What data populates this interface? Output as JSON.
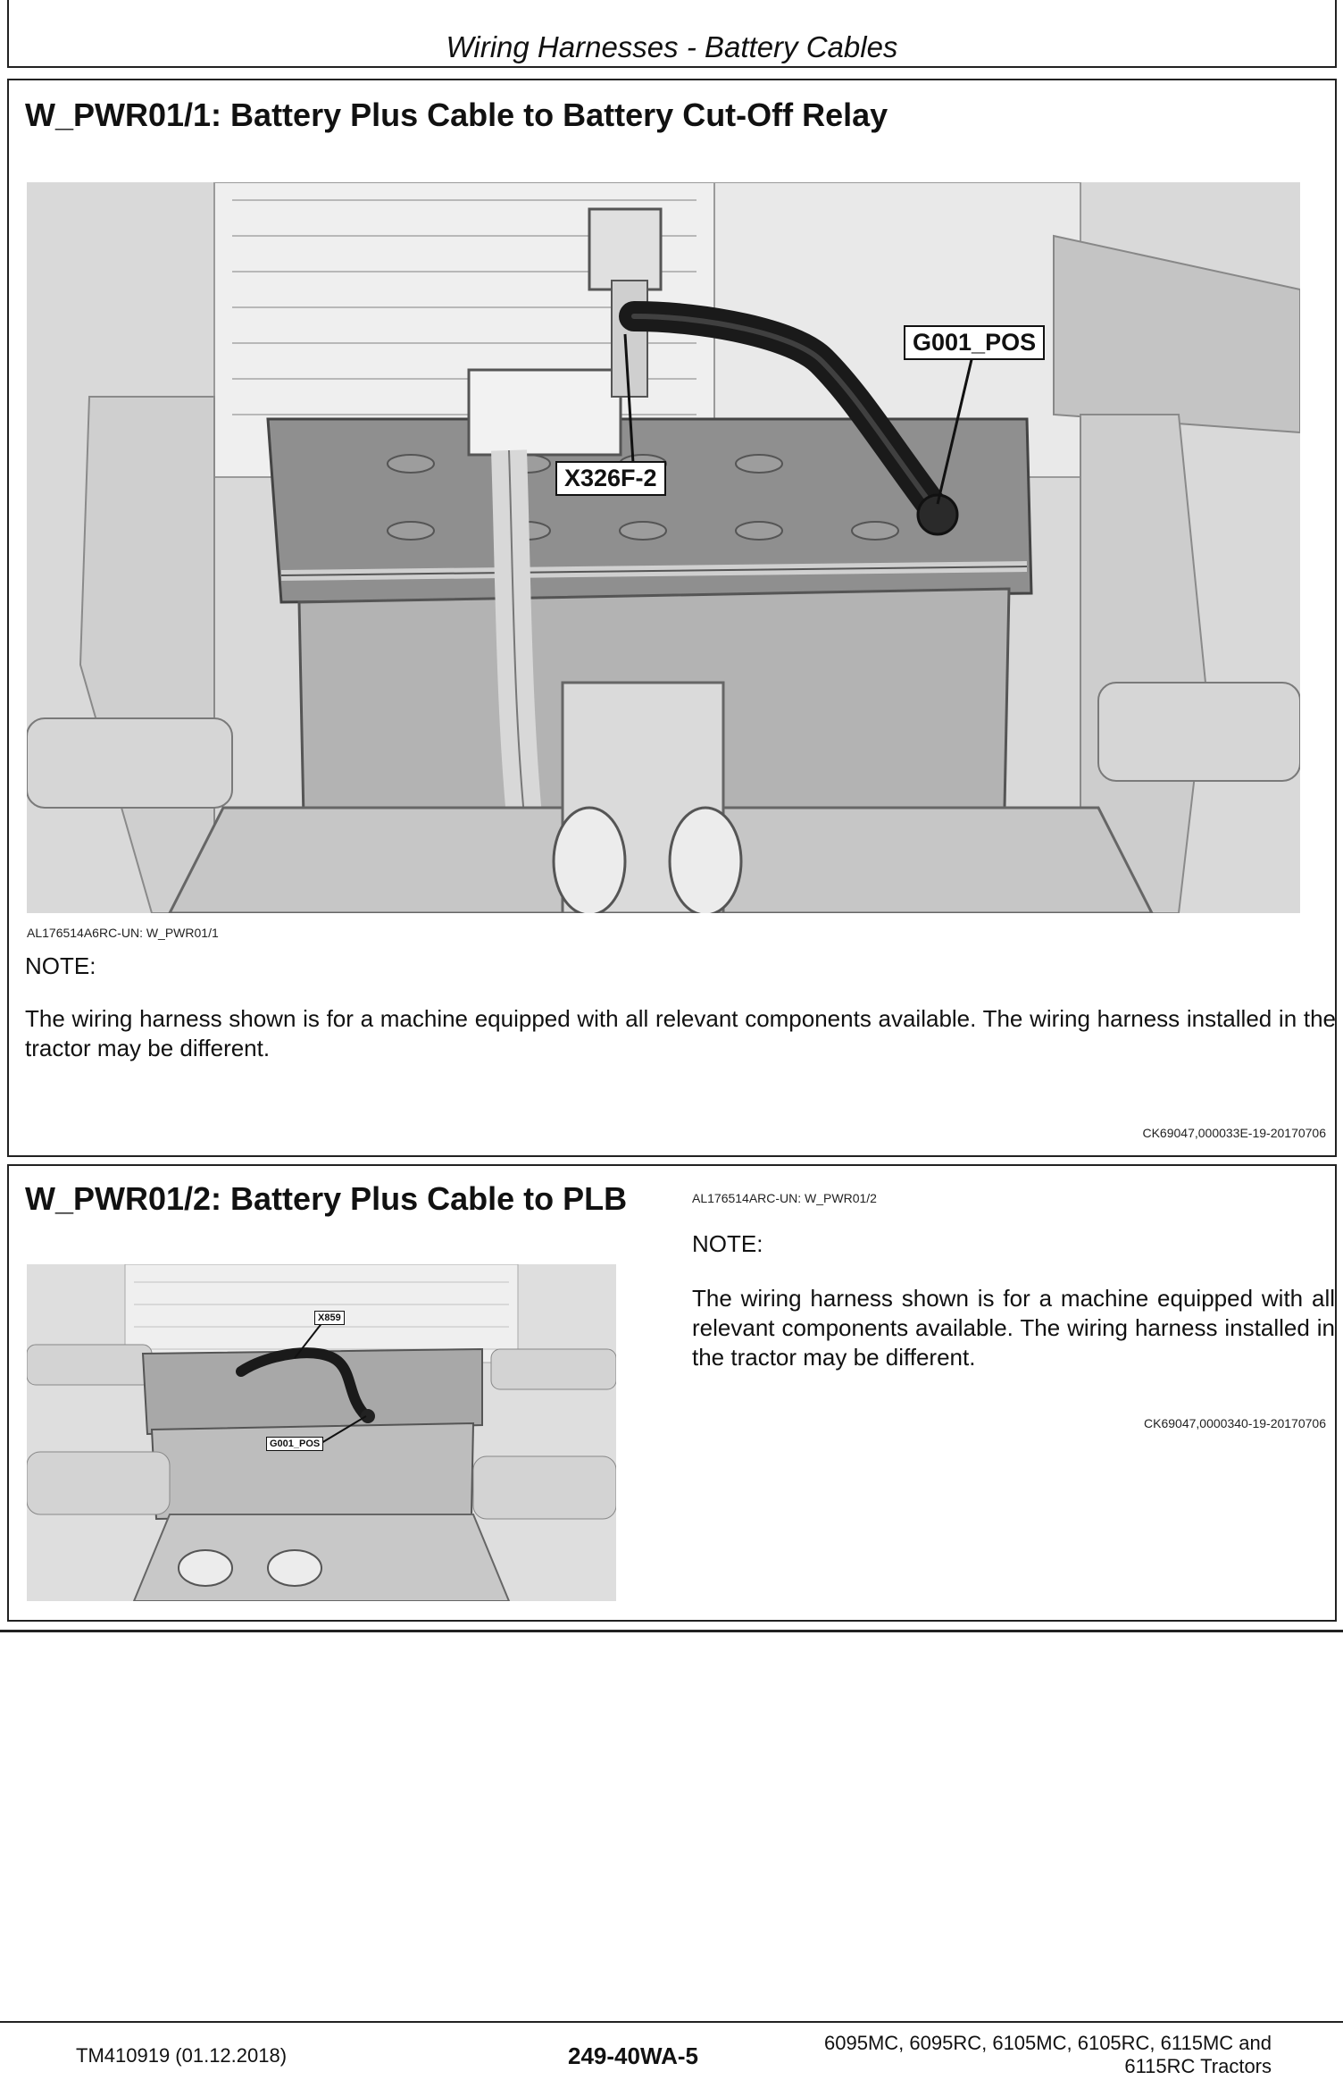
{
  "header": {
    "title": "Wiring Harnesses - Battery Cables"
  },
  "section1": {
    "title": "W_PWR01/1: Battery Plus Cable to Battery Cut-Off Relay",
    "figure_caption": "AL176514A6RC-UN: W_PWR01/1",
    "callouts": {
      "g001": "G001_POS",
      "x326": "X326F-2"
    },
    "note_label": "NOTE:",
    "note_text": "The wiring harness shown is for a machine equipped with all relevant components available. The wiring harness installed in the tractor may be different.",
    "ref_code": "CK69047,000033E-19-20170706"
  },
  "section2": {
    "title": "W_PWR01/2: Battery Plus Cable to PLB",
    "figure_caption": "AL176514ARC-UN: W_PWR01/2",
    "callouts": {
      "x859": "X859",
      "g001": "G001_POS"
    },
    "note_label": "NOTE:",
    "note_text": "The wiring harness shown is for a machine equipped with all relevant components available. The wiring harness installed in the tractor may be different.",
    "ref_code": "CK69047,0000340-19-20170706"
  },
  "footer": {
    "doc_id": "TM410919 (01.12.2018)",
    "page": "249-40WA-5",
    "models_line1": "6095MC, 6095RC, 6105MC, 6105RC, 6115MC and",
    "models_line2": "6115RC Tractors"
  }
}
